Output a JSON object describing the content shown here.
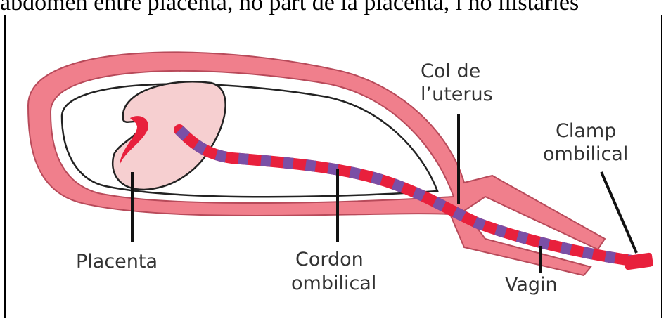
{
  "caption": "abdomen entre placenta, no part de la placenta, i ho llistaries",
  "labels": {
    "col_line1": "Col de",
    "col_line2": "l’uterus",
    "clamp_line1": "Clamp",
    "clamp_line2": "ombilical",
    "placenta": "Placenta",
    "cordon_line1": "Cordon",
    "cordon_line2": "ombilical",
    "vagin": "Vagin"
  },
  "colors": {
    "uterus_fill": "#f07f8c",
    "uterus_stroke": "#b84a5a",
    "placenta_fill": "#f6cfd0",
    "cord_red": "#e8203c",
    "cord_purple": "#7a4fa6",
    "label_text": "#333333"
  }
}
